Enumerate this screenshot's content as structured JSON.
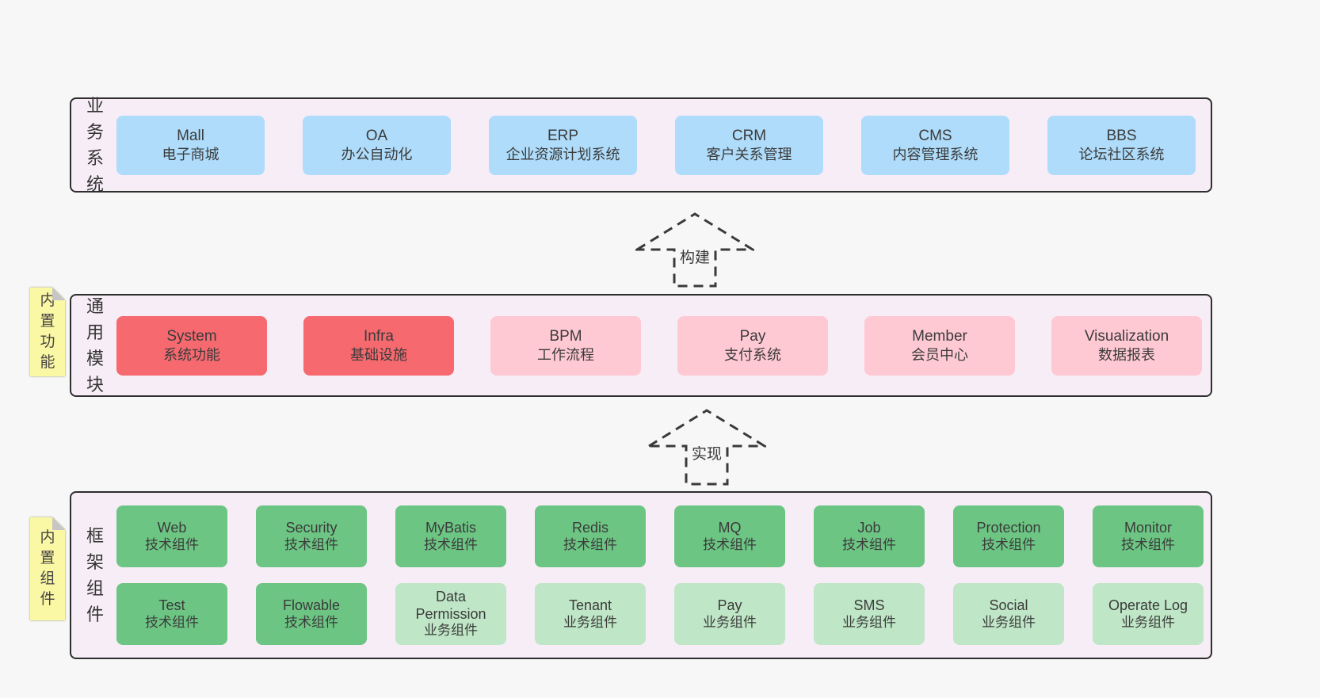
{
  "colors": {
    "page_bg": "#f7f7f7",
    "band_bg": "#f7edf6",
    "band_border": "#2e2e2e",
    "box_blue": "#aedcfa",
    "box_red": "#f5696f",
    "box_pink": "#ffc9d4",
    "box_green": "#6cc583",
    "box_light_green": "#bfe6c6",
    "sticky_yellow": "#fbf8a5",
    "sticky_fold": "#c6c6c6",
    "arrow_stroke": "#3a3a3a"
  },
  "bands": [
    {
      "label": "业务系统",
      "boxes": [
        {
          "en": "Mall",
          "zh": "电子商城",
          "variant": "blue"
        },
        {
          "en": "OA",
          "zh": "办公自动化",
          "variant": "blue"
        },
        {
          "en": "ERP",
          "zh": "企业资源计划系统",
          "variant": "blue"
        },
        {
          "en": "CRM",
          "zh": "客户关系管理",
          "variant": "blue"
        },
        {
          "en": "CMS",
          "zh": "内容管理系统",
          "variant": "blue"
        },
        {
          "en": "BBS",
          "zh": "论坛社区系统",
          "variant": "blue"
        }
      ]
    },
    {
      "label": "通用模块",
      "sticky": "内置功能",
      "boxes": [
        {
          "en": "System",
          "zh": "系统功能",
          "variant": "red"
        },
        {
          "en": "Infra",
          "zh": "基础设施",
          "variant": "red"
        },
        {
          "en": "BPM",
          "zh": "工作流程",
          "variant": "pink"
        },
        {
          "en": "Pay",
          "zh": "支付系统",
          "variant": "pink"
        },
        {
          "en": "Member",
          "zh": "会员中心",
          "variant": "pink"
        },
        {
          "en": "Visualization",
          "zh": "数据报表",
          "variant": "pink"
        }
      ]
    },
    {
      "label": "框架组件",
      "sticky": "内置组件",
      "rows": [
        [
          {
            "en": "Web",
            "zh": "技术组件",
            "variant": "green"
          },
          {
            "en": "Security",
            "zh": "技术组件",
            "variant": "green"
          },
          {
            "en": "MyBatis",
            "zh": "技术组件",
            "variant": "green"
          },
          {
            "en": "Redis",
            "zh": "技术组件",
            "variant": "green"
          },
          {
            "en": "MQ",
            "zh": "技术组件",
            "variant": "green"
          },
          {
            "en": "Job",
            "zh": "技术组件",
            "variant": "green"
          },
          {
            "en": "Protection",
            "zh": "技术组件",
            "variant": "green"
          },
          {
            "en": "Monitor",
            "zh": "技术组件",
            "variant": "green"
          }
        ],
        [
          {
            "en": "Test",
            "zh": "技术组件",
            "variant": "green"
          },
          {
            "en": "Flowable",
            "zh": "技术组件",
            "variant": "green"
          },
          {
            "en": "Data Permission",
            "zh": "业务组件",
            "variant": "lightgreen"
          },
          {
            "en": "Tenant",
            "zh": "业务组件",
            "variant": "lightgreen"
          },
          {
            "en": "Pay",
            "zh": "业务组件",
            "variant": "lightgreen"
          },
          {
            "en": "SMS",
            "zh": "业务组件",
            "variant": "lightgreen"
          },
          {
            "en": "Social",
            "zh": "业务组件",
            "variant": "lightgreen"
          },
          {
            "en": "Operate Log",
            "zh": "业务组件",
            "variant": "lightgreen"
          }
        ]
      ]
    }
  ],
  "arrows": [
    {
      "label": "构建"
    },
    {
      "label": "实现"
    }
  ]
}
